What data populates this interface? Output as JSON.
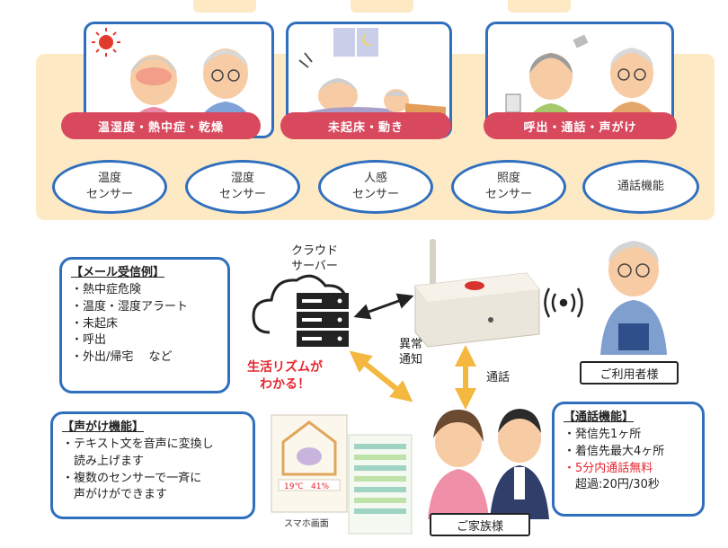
{
  "scenes": [
    {
      "label": "温湿度・熱中症・乾燥"
    },
    {
      "label": "未起床・動き"
    },
    {
      "label": "呼出・通話・声がけ"
    }
  ],
  "sensors": [
    {
      "label": "温度\nセンサー"
    },
    {
      "label": "湿度\nセンサー"
    },
    {
      "label": "人感\nセンサー"
    },
    {
      "label": "照度\nセンサー"
    },
    {
      "label": "通話機能"
    }
  ],
  "mail_box": {
    "title": "【メール受信例】",
    "items": [
      "・熱中症危険",
      "・温度・湿度アラート",
      "・未起床",
      "・呼出",
      "・外出/帰宅　 など"
    ]
  },
  "voice_box": {
    "title": "【声がけ機能】",
    "items": [
      "・テキスト文を音声に変換し\n　読み上げます",
      "・複数のセンサーで一斉に\n　声がけができます"
    ]
  },
  "call_box": {
    "title": "【通話機能】",
    "items": [
      {
        "text": "・発信先1ヶ所",
        "red": false
      },
      {
        "text": "・着信先最大4ヶ所",
        "red": false
      },
      {
        "text": "・5分内通話無料",
        "red": true
      },
      {
        "text": "　超過:20円/30秒",
        "red": false
      }
    ]
  },
  "cloud_label": "クラウド\nサーバー",
  "anomaly_label": "異常\n通知",
  "call_label": "通話",
  "rhythm_label": "生活リズムが\nわかる！",
  "user_label": "ご利用者様",
  "family_label": "ご家族様",
  "phone_caption": "スマホ画面",
  "phone_screen": {
    "value1": "19℃",
    "value2": "41%"
  },
  "colors": {
    "accent_blue": "#2f6fbe",
    "label_red": "#d8495e",
    "panel_beige": "#fde9c3",
    "arrow_yellow": "#f4b73f",
    "alert_red": "#e5262e"
  }
}
